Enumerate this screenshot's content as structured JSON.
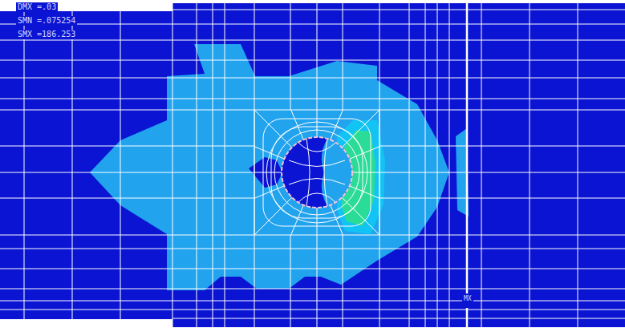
{
  "diagram": {
    "labels": [
      "DMX =.03",
      "SMN =.075254",
      "SMX =186.253",
      "MX"
    ]
  }
}
